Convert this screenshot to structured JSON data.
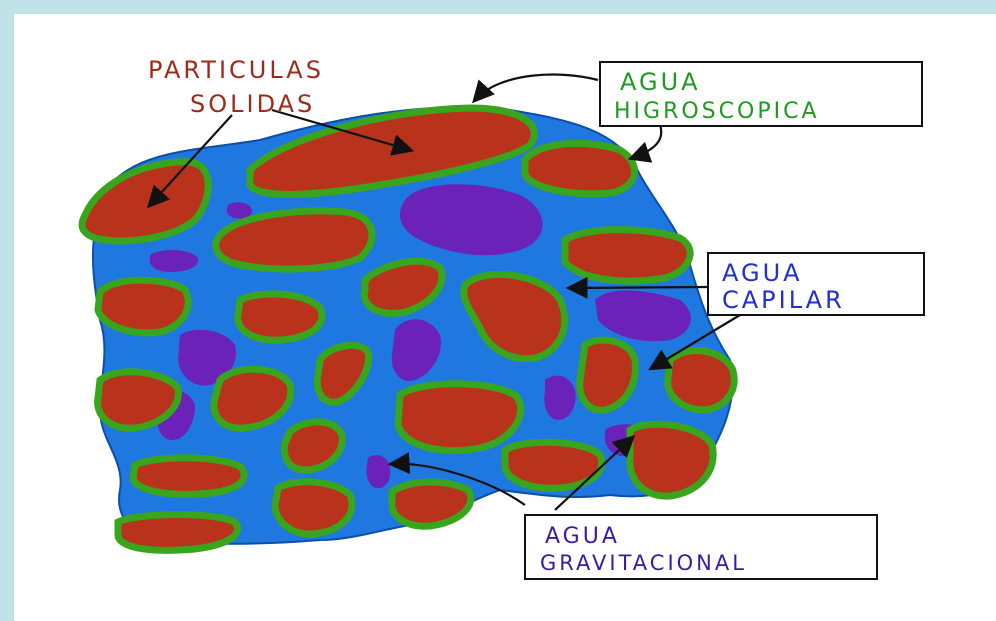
{
  "labels": {
    "solid_line1": "PARTICULAS",
    "solid_line2": "SOLIDAS",
    "hygro_line1": "AGUA",
    "hygro_line2": "HIGROSCOPICA",
    "capillary_line1": "AGUA",
    "capillary_line2": "CAPILAR",
    "gravity_line1": "AGUA",
    "gravity_line2": "GRAVITACIONAL"
  },
  "colors": {
    "background_frame": "#bfe3e6",
    "paper": "#ffffff",
    "solid_particle": "#b8321c",
    "hygroscopic_film": "#39a51c",
    "capillary_water": "#1f78e0",
    "gravitational_water": "#6a22b8",
    "outline": "#1f1f1f",
    "solid_label": "#a02a1a",
    "hygro_label": "#1e9a1e",
    "capillary_label": "#1f2fd0",
    "gravity_label": "#3a1aa8"
  },
  "icons": [
    "arrow-to-solid-particle",
    "arrow-to-hygroscopic-film",
    "arrow-to-capillary-water",
    "arrow-to-gravitational-water"
  ]
}
